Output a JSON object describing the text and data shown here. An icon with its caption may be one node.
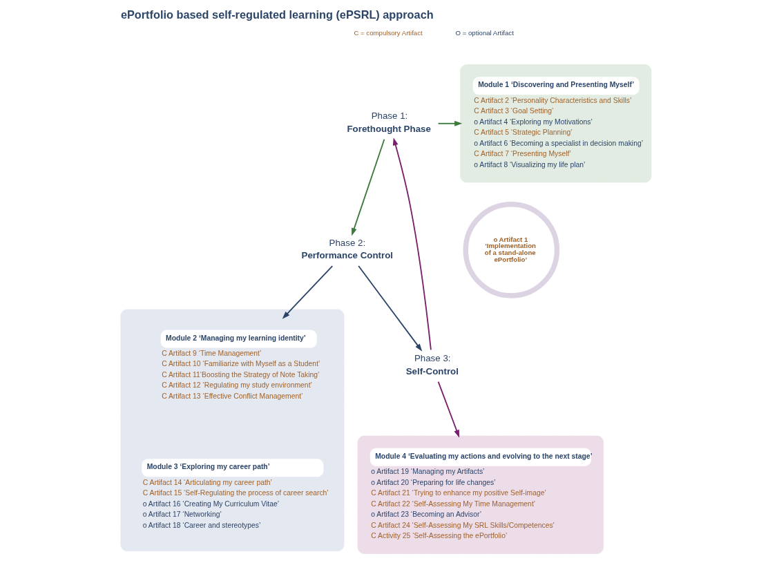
{
  "diagram": {
    "title": "ePortfolio based self-regulated learning (ePSRL) approach",
    "nodes": [
      {
        "text": [
          "Phase 1:",
          "Forethought Phase"
        ]
      },
      {
        "text": [
          "Module 1 ‘Discovering and Presenting Myself’",
          "C Artifact 2 ‘Personality Characteristics and Skills’",
          "C Artifact 3 ‘Goal Setting’",
          "o Artifact 4 ‘Exploring my Motivations’",
          "C Artifact 5 ‘Strategic Planning’",
          "o Artifact 6 ‘Becoming a specialist in decision making’",
          "C Artifact 7 ‘Presenting Myself’",
          "o Artifact 8 ‘Visualizing my life plan’"
        ]
      },
      {
        "text": [
          "o Artifact 1 ‘Implementation of a stand-alone ePortfolio’"
        ]
      },
      {
        "text": [
          "Phase 2:",
          "Performance Control"
        ]
      },
      {
        "text": [],
        "shape": "box"
      },
      {
        "text": [
          "Module 2 ‘Managing my learning identity’",
          "C Artifact 9 ‘Time Management’",
          "C Artifact 10 ‘Familiarize with Myself as a Student’",
          "C Artifact 11‘Boosting the Strategy of Note Taking’",
          "C Artifact 12 ‘Regulating my study environment’",
          "C Artifact 13 ‘Effective Conflict Management’"
        ],
        "in": 4
      },
      {
        "text": [
          "Module 3 ‘Exploring my career path’",
          "C Artifact 14 ‘Articulating my career path’",
          "C Artifact 15 ‘Self-Regulating the process of career search’",
          "o Artifact 16 ‘Creating My Curriculum Vitae’",
          "o Artifact 17 ‘Networking’",
          "o Artifact 18 ‘Career and stereotypes’"
        ],
        "in": 4
      },
      {
        "text": [
          "Phase 3:",
          "Self-Control"
        ]
      },
      {
        "text": [
          "Module 4 ‘Evaluating my actions and evolving to the next stage’",
          "o Artifact 19 ‘Managing my Artifacts’",
          "o Artifact 20 ‘Preparing for life changes’",
          "C Artifact 21 ‘Trying to enhance my positive Self-image’",
          "C Artifact 22 ‘Self-Assessing My Time Management’",
          "o Artifact 23 ‘Becoming an Advisor’",
          "C Artifact 24 ‘Self-Assessing My SRL Skills/Competences’",
          "C Activity 25 ‘Self-Assessing the ePortfolio’"
        ]
      }
    ],
    "edges": [
      {
        "from": 0,
        "to": 1,
        "arrow": "to",
        "color": "#3d7a3d"
      },
      {
        "from": 0,
        "to": 3,
        "arrow": "to",
        "color": "#3d7a3d"
      },
      {
        "from": 3,
        "to": 5,
        "arrow": "to",
        "color": "#2b4468"
      },
      {
        "from": 3,
        "to": 7,
        "arrow": "to",
        "color": "#2b4468"
      },
      {
        "from": 7,
        "to": 8,
        "arrow": "to",
        "color": "#7a1f6b"
      },
      {
        "from": 7,
        "to": 0,
        "arrow": "to",
        "color": "#7a1f6b"
      }
    ],
    "labels": [
      "C = compulsory Artifact",
      "O = optional Artifact"
    ]
  }
}
